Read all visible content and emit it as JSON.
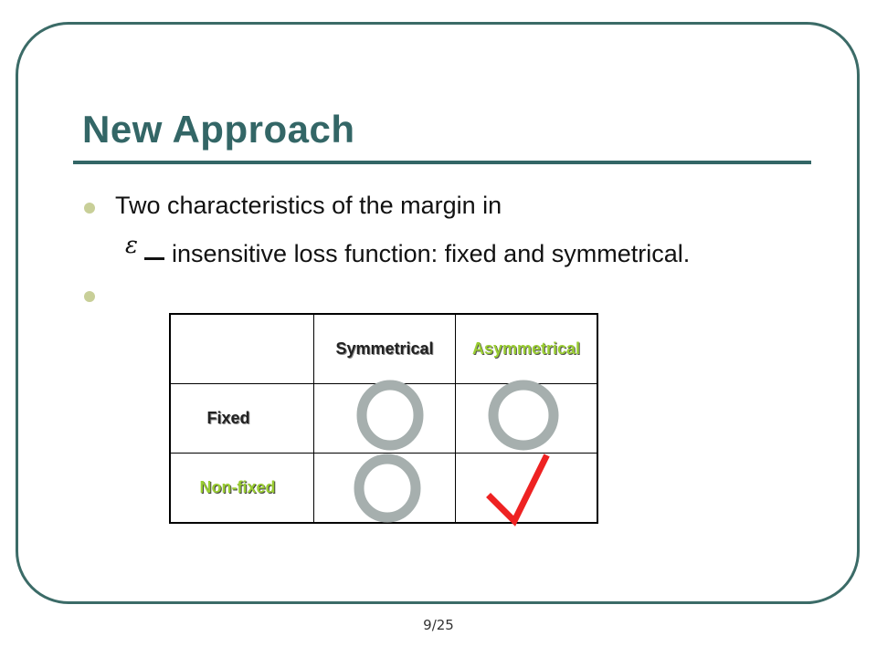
{
  "slide": {
    "title": "New Approach",
    "bullets": [
      {
        "line1": "Two characteristics of the margin in",
        "symbol": "ε",
        "line2": "insensitive loss function: fixed and symmetrical."
      },
      {
        "text": ""
      }
    ],
    "table": {
      "col_headers": [
        "",
        "Symmetrical",
        "Asymmetrical"
      ],
      "row_labels": [
        "Fixed",
        "Non-fixed"
      ]
    },
    "marks": {
      "circle_icons": 3,
      "checkmark_icons": 1,
      "circle_color": "#a6afae",
      "check_color": "#ee2222"
    },
    "page_number": "9/25"
  },
  "colors": {
    "title": "#336666",
    "frame": "#3b6b67",
    "bullet": "#c8cf98",
    "green_label": "#9acd32"
  }
}
